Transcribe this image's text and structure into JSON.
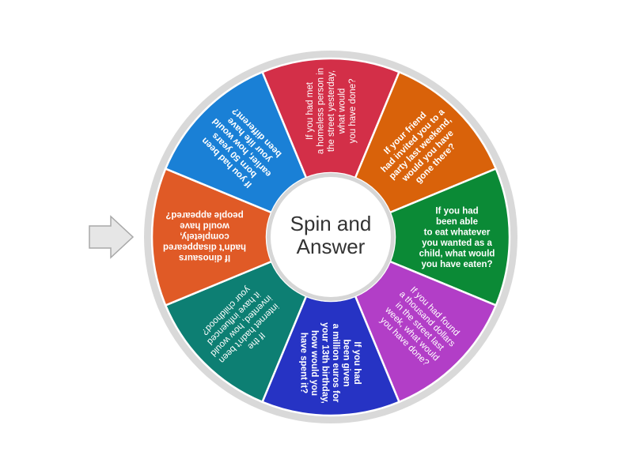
{
  "title": "Spin and Answer",
  "pointer": {
    "fill": "#e6e6e6",
    "stroke": "#a8a8a8",
    "icon": "arrow-right-icon"
  },
  "wheel": {
    "rim_color": "#d9d9d9",
    "hub_color": "#ffffff",
    "segments": [
      {
        "color": "#d32f48",
        "bold": false,
        "lines": [
          "If you had met",
          "a homeless person in",
          "the street yesterday,",
          "what would",
          "you have done?"
        ]
      },
      {
        "color": "#d9620a",
        "bold": true,
        "lines": [
          "If your friend",
          "had invited you to a",
          "party last weekend,",
          "would you have",
          "gone there?"
        ]
      },
      {
        "color": "#0b8a36",
        "bold": true,
        "lines": [
          "If you had",
          "been able",
          "to eat whatever",
          "you wanted as a",
          "child, what would",
          "you have eaten?"
        ]
      },
      {
        "color": "#b23ec7",
        "bold": false,
        "lines": [
          "If you had found",
          "a thousand dollars",
          "in the street last",
          "week, what would",
          "you have done?"
        ]
      },
      {
        "color": "#2633c4",
        "bold": true,
        "lines": [
          "If you had",
          "been given",
          "a million euros for",
          "your 13th birthday,",
          "how would you",
          "have spent it?"
        ]
      },
      {
        "color": "#0d7f73",
        "bold": false,
        "lines": [
          "If the",
          "internet hadn't been",
          "invented, how would",
          "it have influenced",
          "your childhood?"
        ]
      },
      {
        "color": "#e05a26",
        "bold": true,
        "lines": [
          "If dinosaurs",
          "hadn't disappeared",
          "completely,",
          "would have",
          "people appeared?"
        ]
      },
      {
        "color": "#1a80d6",
        "bold": true,
        "lines": [
          "If you had been",
          "born 50 years",
          "earlier, how would",
          "your life have",
          "been different?"
        ]
      }
    ]
  }
}
